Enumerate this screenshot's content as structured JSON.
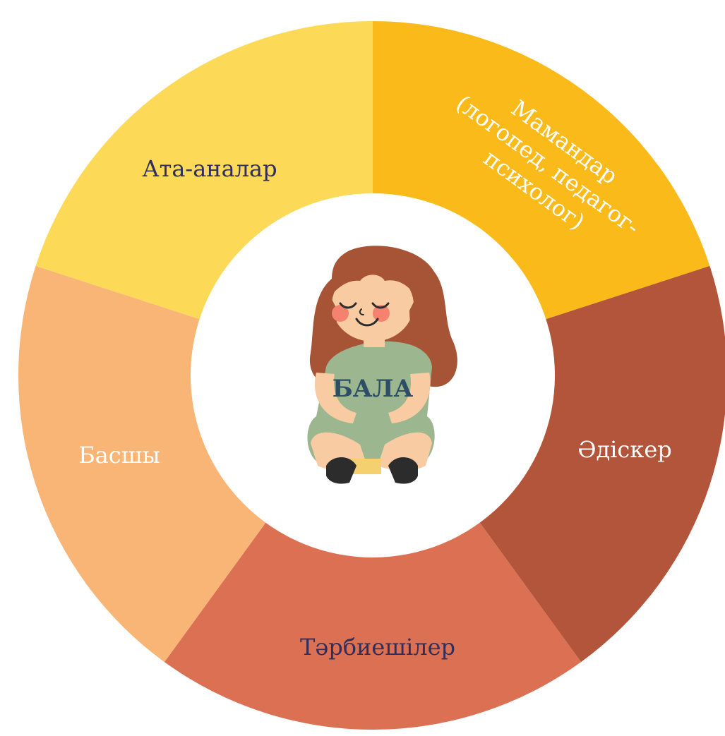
{
  "diagram": {
    "center_label": "БАЛА",
    "segments": [
      {
        "lines": [
          "Ата-аналар"
        ],
        "color": "#FDD958",
        "text_color": "#2F2E5C"
      },
      {
        "lines": [
          "Мамандар",
          "(логопед, педагог-",
          "психолог)"
        ],
        "color": "#F9BA1A",
        "text_color": "#FFFFFF"
      },
      {
        "lines": [
          "Әдіскер"
        ],
        "color": "#B3553B",
        "text_color": "#FFFFFF"
      },
      {
        "lines": [
          "Тәрбиешілер"
        ],
        "color": "#DB7152",
        "text_color": "#2F2E5C"
      },
      {
        "lines": [
          "Басшы"
        ],
        "color": "#F9B576",
        "text_color": "#FFFFFF"
      }
    ],
    "icon": "sitting-girl-icon"
  }
}
